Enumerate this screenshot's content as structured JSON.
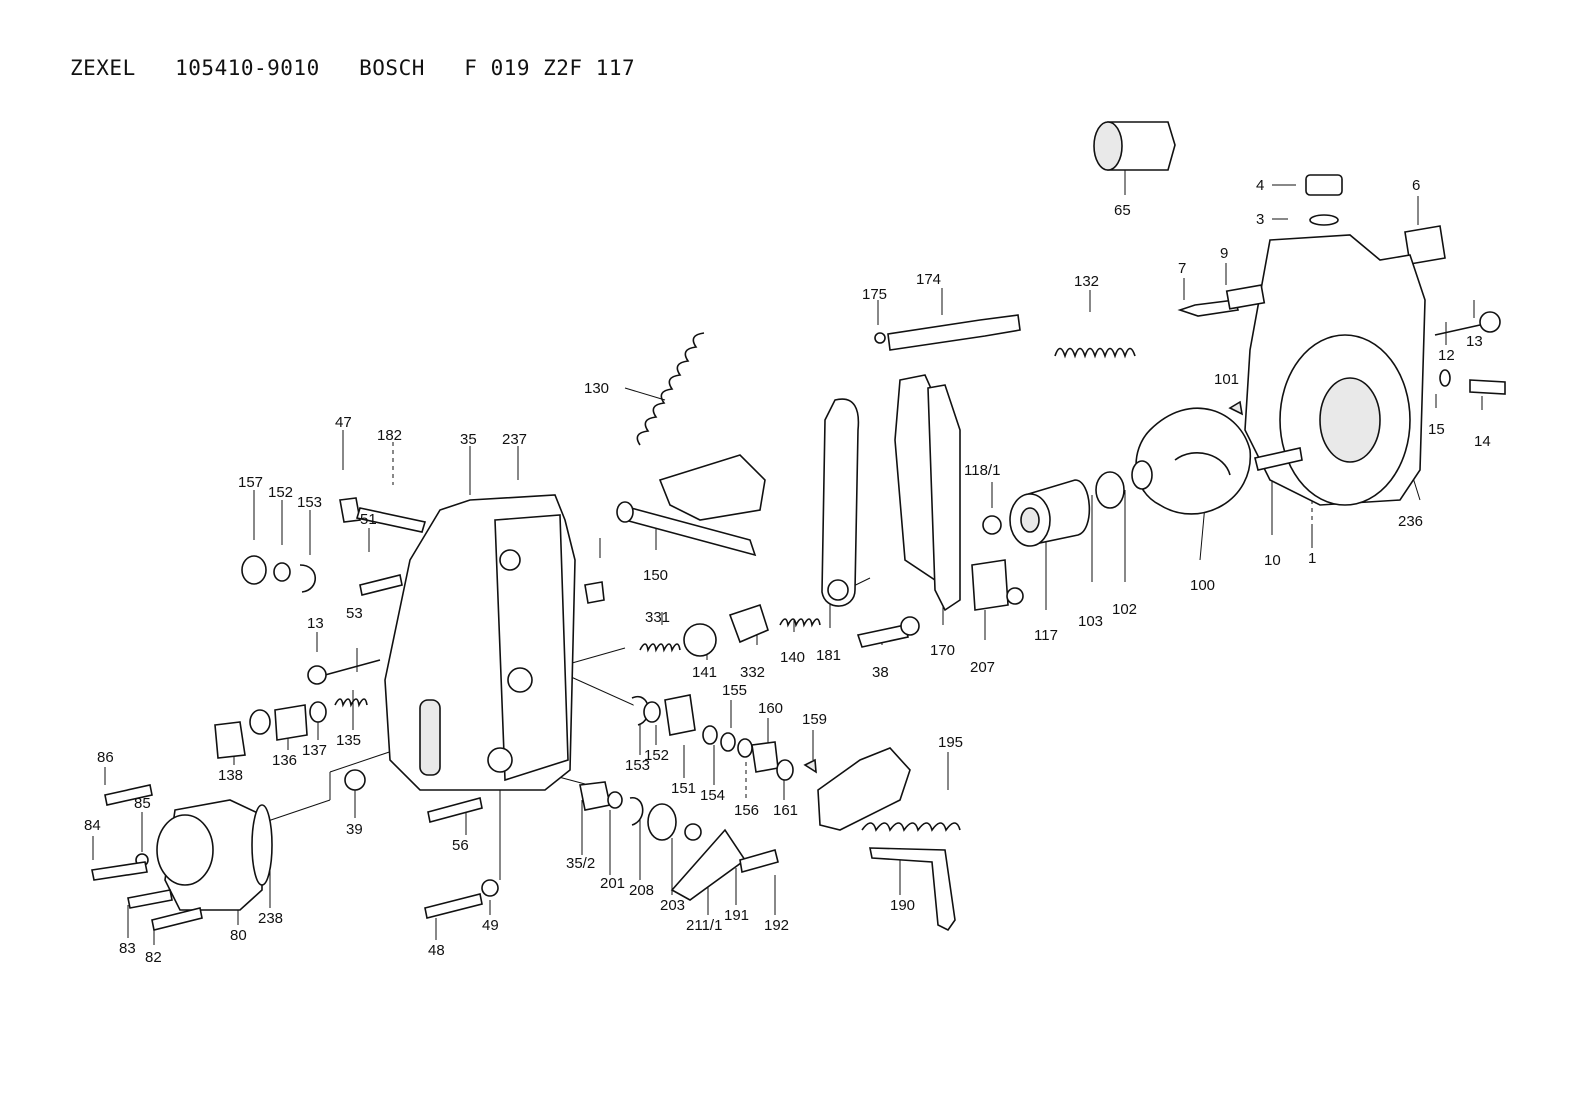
{
  "title": "ZEXEL   105410-9010   BOSCH   F 019 Z2F 117",
  "callouts": [
    "65",
    "4",
    "3",
    "6",
    "7",
    "9",
    "13",
    "12",
    "15",
    "14",
    "236",
    "1",
    "10",
    "100",
    "101",
    "102",
    "103",
    "117",
    "118/1",
    "170",
    "207",
    "38",
    "181",
    "174",
    "175",
    "132",
    "130",
    "150",
    "140",
    "332",
    "141",
    "331",
    "47",
    "182",
    "35",
    "237",
    "157",
    "152",
    "153",
    "51",
    "13",
    "53",
    "138",
    "136",
    "137",
    "135",
    "39",
    "56",
    "49",
    "48",
    "86",
    "85",
    "84",
    "83",
    "82",
    "80",
    "238",
    "153",
    "152",
    "151",
    "154",
    "155",
    "156",
    "160",
    "161",
    "159",
    "195",
    "190",
    "35/2",
    "201",
    "208",
    "203",
    "211/1",
    "191",
    "192"
  ]
}
